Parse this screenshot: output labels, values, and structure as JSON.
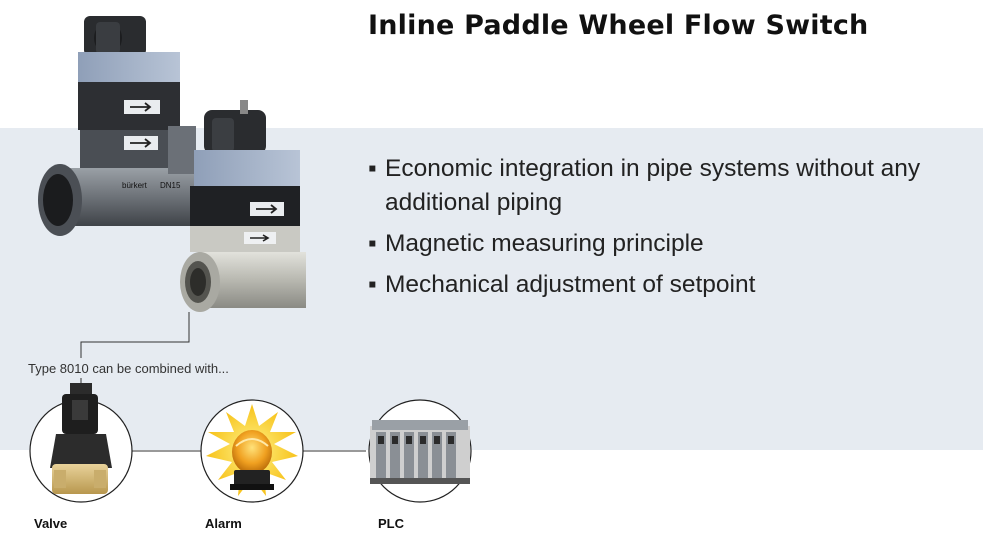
{
  "title": "Inline Paddle Wheel Flow Switch",
  "bullets": [
    "Economic integration in pipe systems without any additional piping",
    "Magnetic measuring principle",
    "Mechanical adjustment of setpoint"
  ],
  "caption": "Type 8010 can be combined with...",
  "combinations": [
    {
      "label": "Valve"
    },
    {
      "label": "Alarm"
    },
    {
      "label": "PLC"
    }
  ],
  "product": {
    "brand_mark": "bürkert",
    "size_mark": "DN15"
  }
}
